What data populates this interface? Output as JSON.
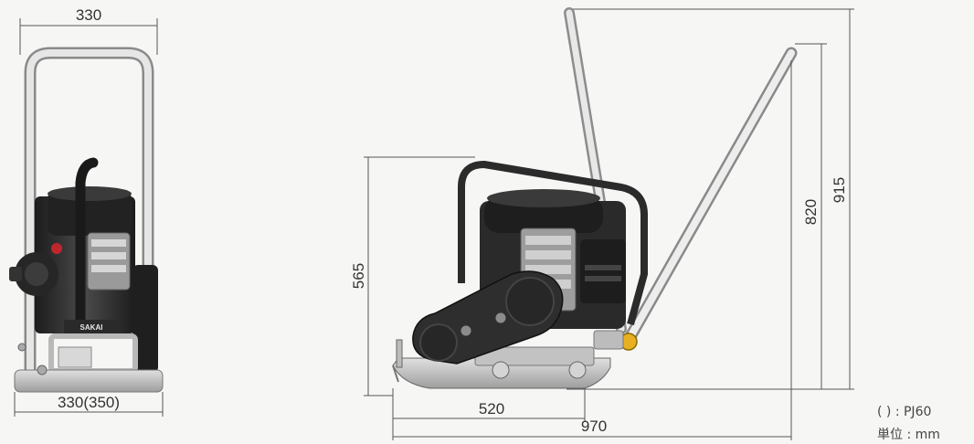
{
  "front_view": {
    "width_top": "330",
    "width_base": "330(350)",
    "brand_plate": "SAKAI"
  },
  "side_view": {
    "height_machine": "565",
    "height_handle_mid": "820",
    "height_handle_max": "915",
    "length_plate": "520",
    "length_total": "970"
  },
  "notes": {
    "model_note": "(   ) : PJ60",
    "unit_note": "単位 : mm"
  },
  "colors": {
    "machine_dark": "#2a2a2a",
    "frame_metal": "#bdbdbd",
    "accent_red": "#c0272d",
    "accent_yellow": "#e8b020"
  }
}
